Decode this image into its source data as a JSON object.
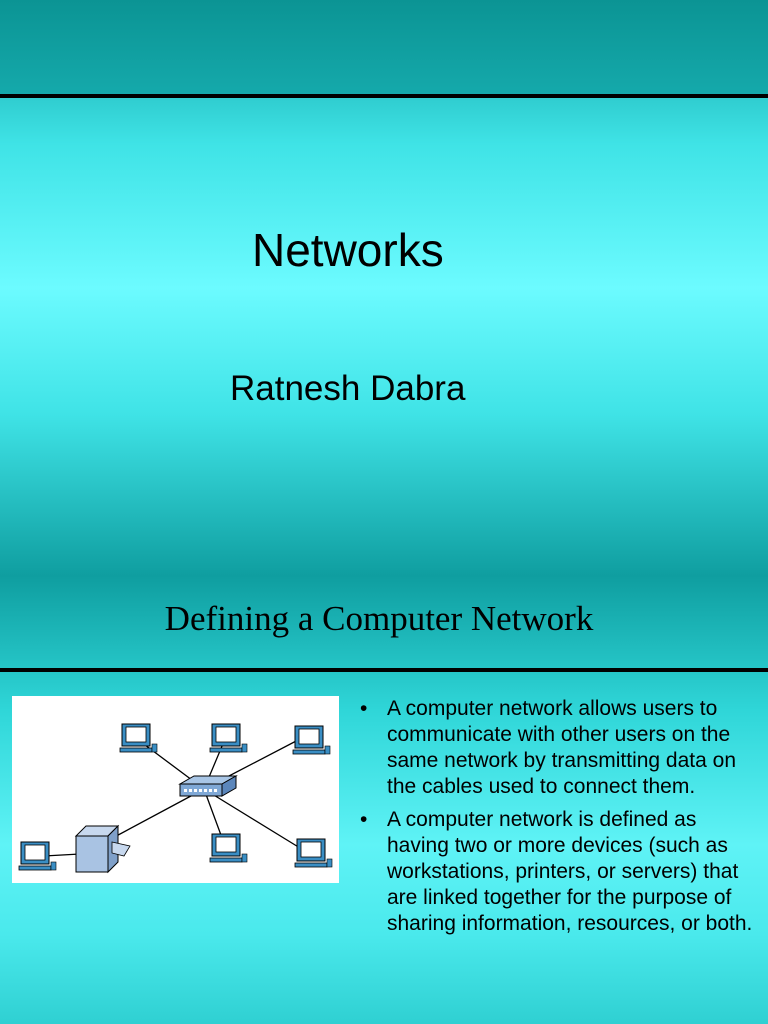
{
  "slide1": {
    "title": "Networks",
    "author": "Ratnesh Dabra"
  },
  "slide2": {
    "heading": "Defining a Computer Network",
    "bullets": [
      "A computer network allows users to communicate with other users on the same network by transmitting data on the cables used to connect them.",
      "A computer network is defined as having two or more devices (such as workstations, printers, or servers) that are linked together for the purpose of sharing information, resources, or both."
    ],
    "bullet_symbol": "•",
    "figure_icons": [
      "computer-icon",
      "hub-icon",
      "printer-icon"
    ]
  },
  "colors": {
    "teal_dark": "#0f9ea0",
    "teal_light": "#6cfbff",
    "device_blue": "#3a8ec4"
  }
}
